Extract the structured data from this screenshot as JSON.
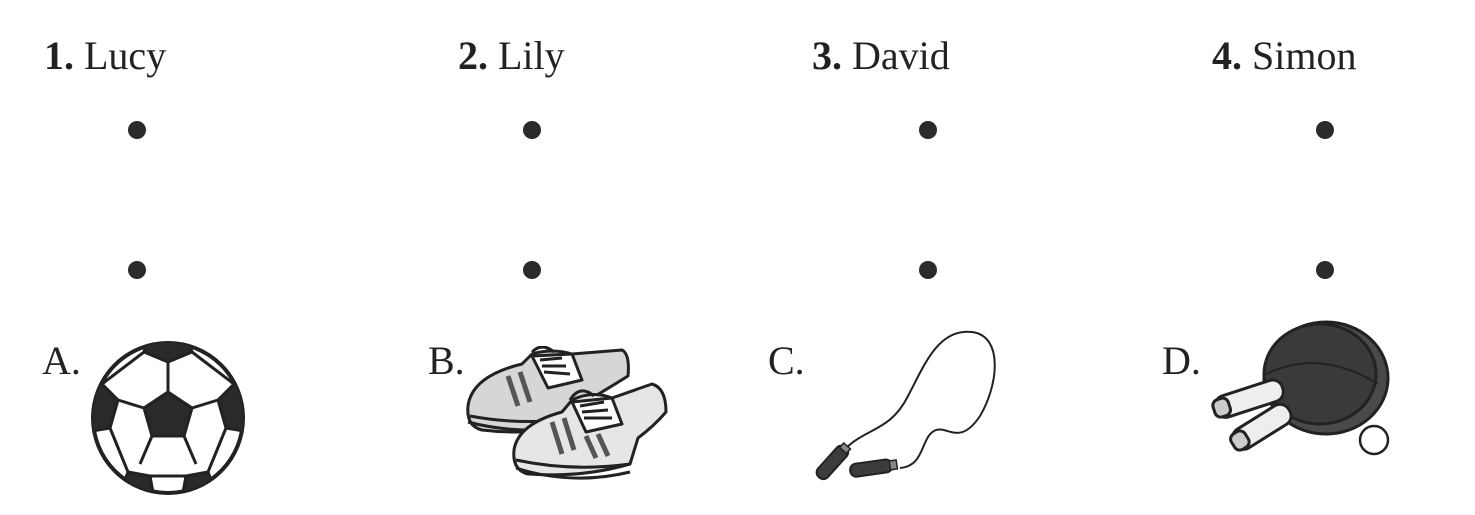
{
  "people": [
    {
      "number": "1.",
      "name": "Lucy"
    },
    {
      "number": "2.",
      "name": "Lily"
    },
    {
      "number": "3.",
      "name": "David"
    },
    {
      "number": "4.",
      "name": "Simon"
    }
  ],
  "options": [
    {
      "letter": "A.",
      "icon": "soccer-ball-icon"
    },
    {
      "letter": "B.",
      "icon": "sneakers-icon"
    },
    {
      "letter": "C.",
      "icon": "jump-rope-icon"
    },
    {
      "letter": "D.",
      "icon": "ping-pong-paddles-icon"
    }
  ]
}
